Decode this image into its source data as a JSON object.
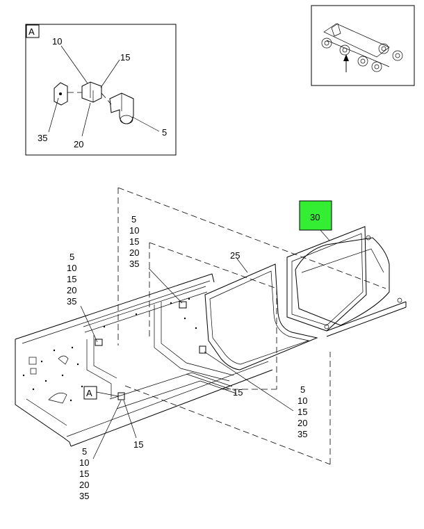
{
  "inset": {
    "badge": "A",
    "callouts": {
      "c10": "10",
      "c15": "15",
      "c35": "35",
      "c20": "20",
      "c5": "5"
    }
  },
  "main": {
    "highlight": {
      "label": "30",
      "color": "#33ee33"
    },
    "callouts": {
      "tray": "25",
      "mid_floor": "15",
      "lower_15": "15",
      "badge_a": "A"
    },
    "stacks": {
      "top": [
        "5",
        "10",
        "15",
        "20",
        "35"
      ],
      "left": [
        "5",
        "10",
        "15",
        "20",
        "35"
      ],
      "right": [
        "5",
        "10",
        "15",
        "20",
        "35"
      ],
      "bottom": [
        "5",
        "10",
        "15",
        "20",
        "35"
      ]
    }
  }
}
